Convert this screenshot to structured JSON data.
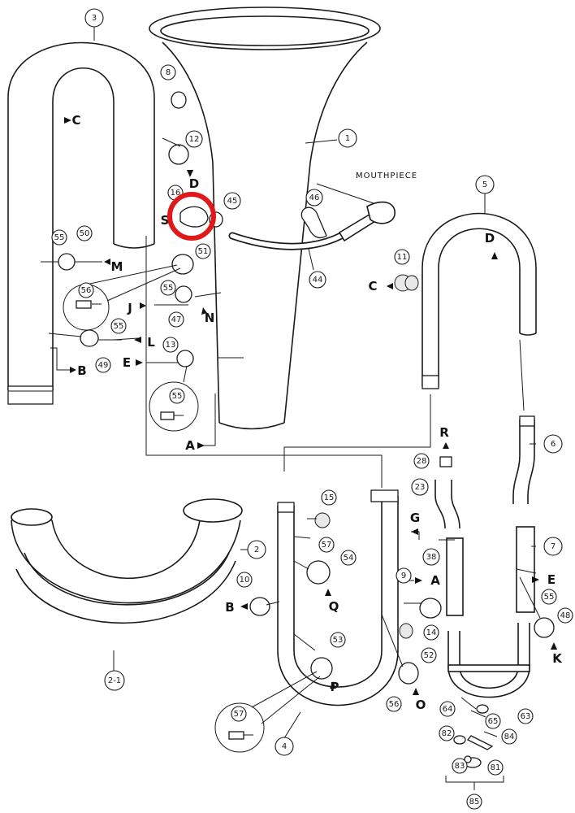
{
  "diagram": {
    "caption": "MOUTHPIECE",
    "parts": [
      "1",
      "2",
      "2-1",
      "3",
      "4",
      "5",
      "6",
      "7",
      "8",
      "9",
      "10",
      "11",
      "12",
      "13",
      "14",
      "15",
      "16",
      "23",
      "28",
      "38",
      "44",
      "45",
      "46",
      "47",
      "48",
      "49",
      "50",
      "51",
      "52",
      "53",
      "54",
      "55",
      "56",
      "57",
      "63",
      "64",
      "65",
      "81",
      "82",
      "83",
      "84",
      "85"
    ],
    "letters": [
      "A",
      "B",
      "C",
      "D",
      "E",
      "G",
      "J",
      "K",
      "L",
      "M",
      "N",
      "O",
      "P",
      "Q",
      "R",
      "S"
    ],
    "highlight_color": "#e01818"
  }
}
